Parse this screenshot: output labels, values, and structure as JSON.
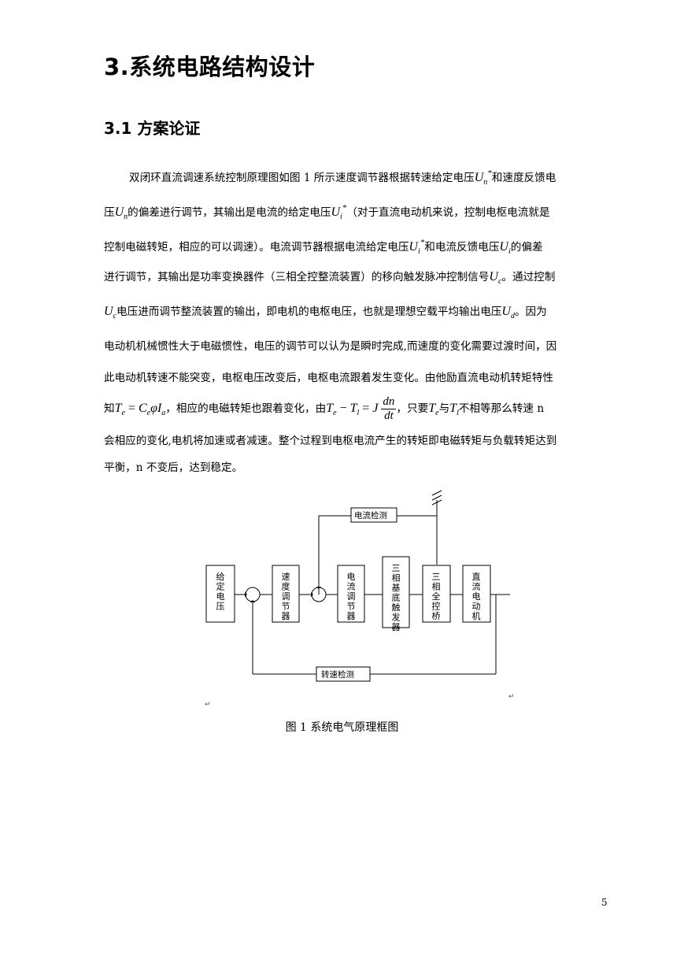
{
  "heading1": "3.系统电路结构设计",
  "heading2": "3.1 方案论证",
  "para": {
    "l1a": "双闭环直流调速系统控制原理图如图 1 所示速度调节器根据转速给定电压",
    "l1b": "和速度反馈电",
    "l2a": "压",
    "l2b": "的偏差进行调节，其输出是电流的给定电压",
    "l2c": "（对于直流电动机来说，控制电枢电流就是",
    "l3": "控制电磁转矩，相应的可以调速）。电流调节器根据电流给定电压",
    "l3b": "和电流反馈电压",
    "l3c": "的偏差",
    "l4a": "进行调节，其输出是功率变换器件（三相全控整流装置）的移向触发脉冲控制信号",
    "l4b": "。通过控制",
    "l5a": "电压进而调节整流装置的输出，即电机的电枢电压，也就是理想空载平均输出电压",
    "l5b": "。因为",
    "l6": "电动机机械惯性大于电磁惯性，电压的调节可以认为是瞬时完成,而速度的变化需要过渡时间，因",
    "l7": "此电动机转速不能突变，电枢电压改变后，电枢电流跟着发生变化。由他励直流电动机转矩特性",
    "l8a": "知",
    "l8b": "，相应的电磁转矩也跟着变化，由",
    "l8c": "，只要",
    "l8d": "与",
    "l8e": "不相等那么转速 n",
    "l9": "会相应的变化,电机将加速或者减速。整个过程到电枢电流产生的转矩即电磁转矩与负载转矩达到",
    "l10": "平衡，n 不变后，达到稳定。"
  },
  "math": {
    "U": "U",
    "n": "n",
    "i": "i",
    "c": "c",
    "d": "d",
    "star": "*",
    "T": "T",
    "e": "e",
    "l": "l",
    "a": "a",
    "C": "C",
    "phi": "φ",
    "I": "I",
    "J": "J",
    "eq": " = ",
    "minus": " − ",
    "dn": "dn",
    "dt": "dt"
  },
  "diagram": {
    "current_detect": "电流检测",
    "speed_detect": "转速检测",
    "blocks": [
      "给定电压",
      "速度调节器",
      "电流调节器",
      "三相基底触发器",
      "三相全控桥",
      "直流电动机"
    ],
    "mark": "↵"
  },
  "caption": "图 1 系统电气原理框图",
  "page_number": "5"
}
